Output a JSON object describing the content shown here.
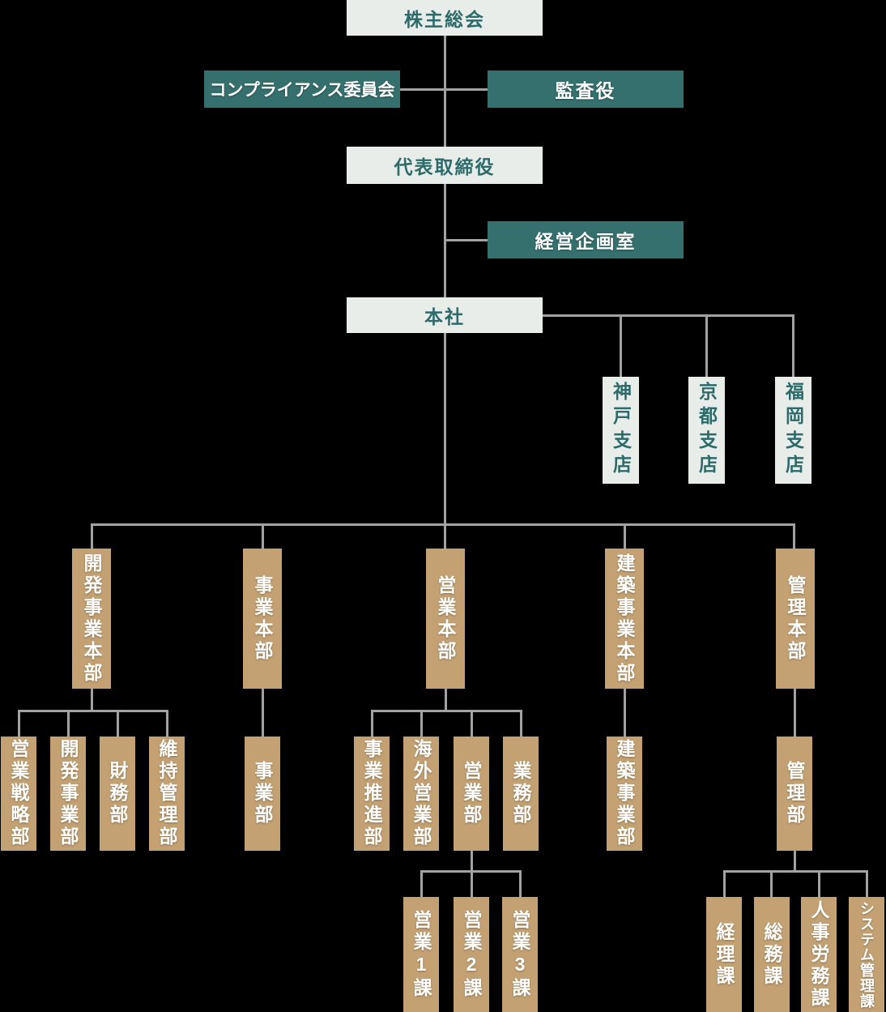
{
  "colors": {
    "background": "#000000",
    "box_light": "#e9edea",
    "box_teal": "#35706f",
    "box_tan": "#c3a172",
    "text_teal": "#2d6b6b",
    "text_white": "#ffffff",
    "line": "#a2a2a2"
  },
  "org": {
    "shareholders": {
      "label": "株主総会"
    },
    "compliance": {
      "label": "コンプライアンス委員会"
    },
    "auditor": {
      "label": "監査役"
    },
    "ceo": {
      "label": "代表取締役"
    },
    "planning": {
      "label": "経営企画室"
    },
    "headquarters": {
      "label": "本社"
    },
    "kobe_branch": {
      "label": "神戸支店"
    },
    "kyoto_branch": {
      "label": "京都支店"
    },
    "fukuoka_branch": {
      "label": "福岡支店"
    },
    "dev_division": {
      "label": "開発事業本部"
    },
    "business_division": {
      "label": "事業本部"
    },
    "sales_division": {
      "label": "営業本部"
    },
    "construction_division": {
      "label": "建築事業本部"
    },
    "admin_division": {
      "label": "管理本部"
    },
    "sales_strategy_dept": {
      "label": "営業戦略部"
    },
    "dev_dept": {
      "label": "開発事業部"
    },
    "finance_dept": {
      "label": "財務部"
    },
    "maintenance_dept": {
      "label": "維持管理部"
    },
    "business_dept": {
      "label": "事業部"
    },
    "promotion_dept": {
      "label": "事業推進部"
    },
    "overseas_sales_dept": {
      "label": "海外営業部"
    },
    "sales_dept": {
      "label": "営業部"
    },
    "operations_dept": {
      "label": "業務部"
    },
    "construction_dept": {
      "label": "建築事業部"
    },
    "admin_dept": {
      "label": "管理部"
    },
    "sales_sec1": {
      "label": "営業1課"
    },
    "sales_sec2": {
      "label": "営業2課"
    },
    "sales_sec3": {
      "label": "営業3課"
    },
    "accounting_sec": {
      "label": "経理課"
    },
    "general_affairs_sec": {
      "label": "総務課"
    },
    "hr_labor_sec": {
      "label": "人事労務課"
    },
    "system_admin_sec": {
      "label": "システム管理課"
    }
  }
}
